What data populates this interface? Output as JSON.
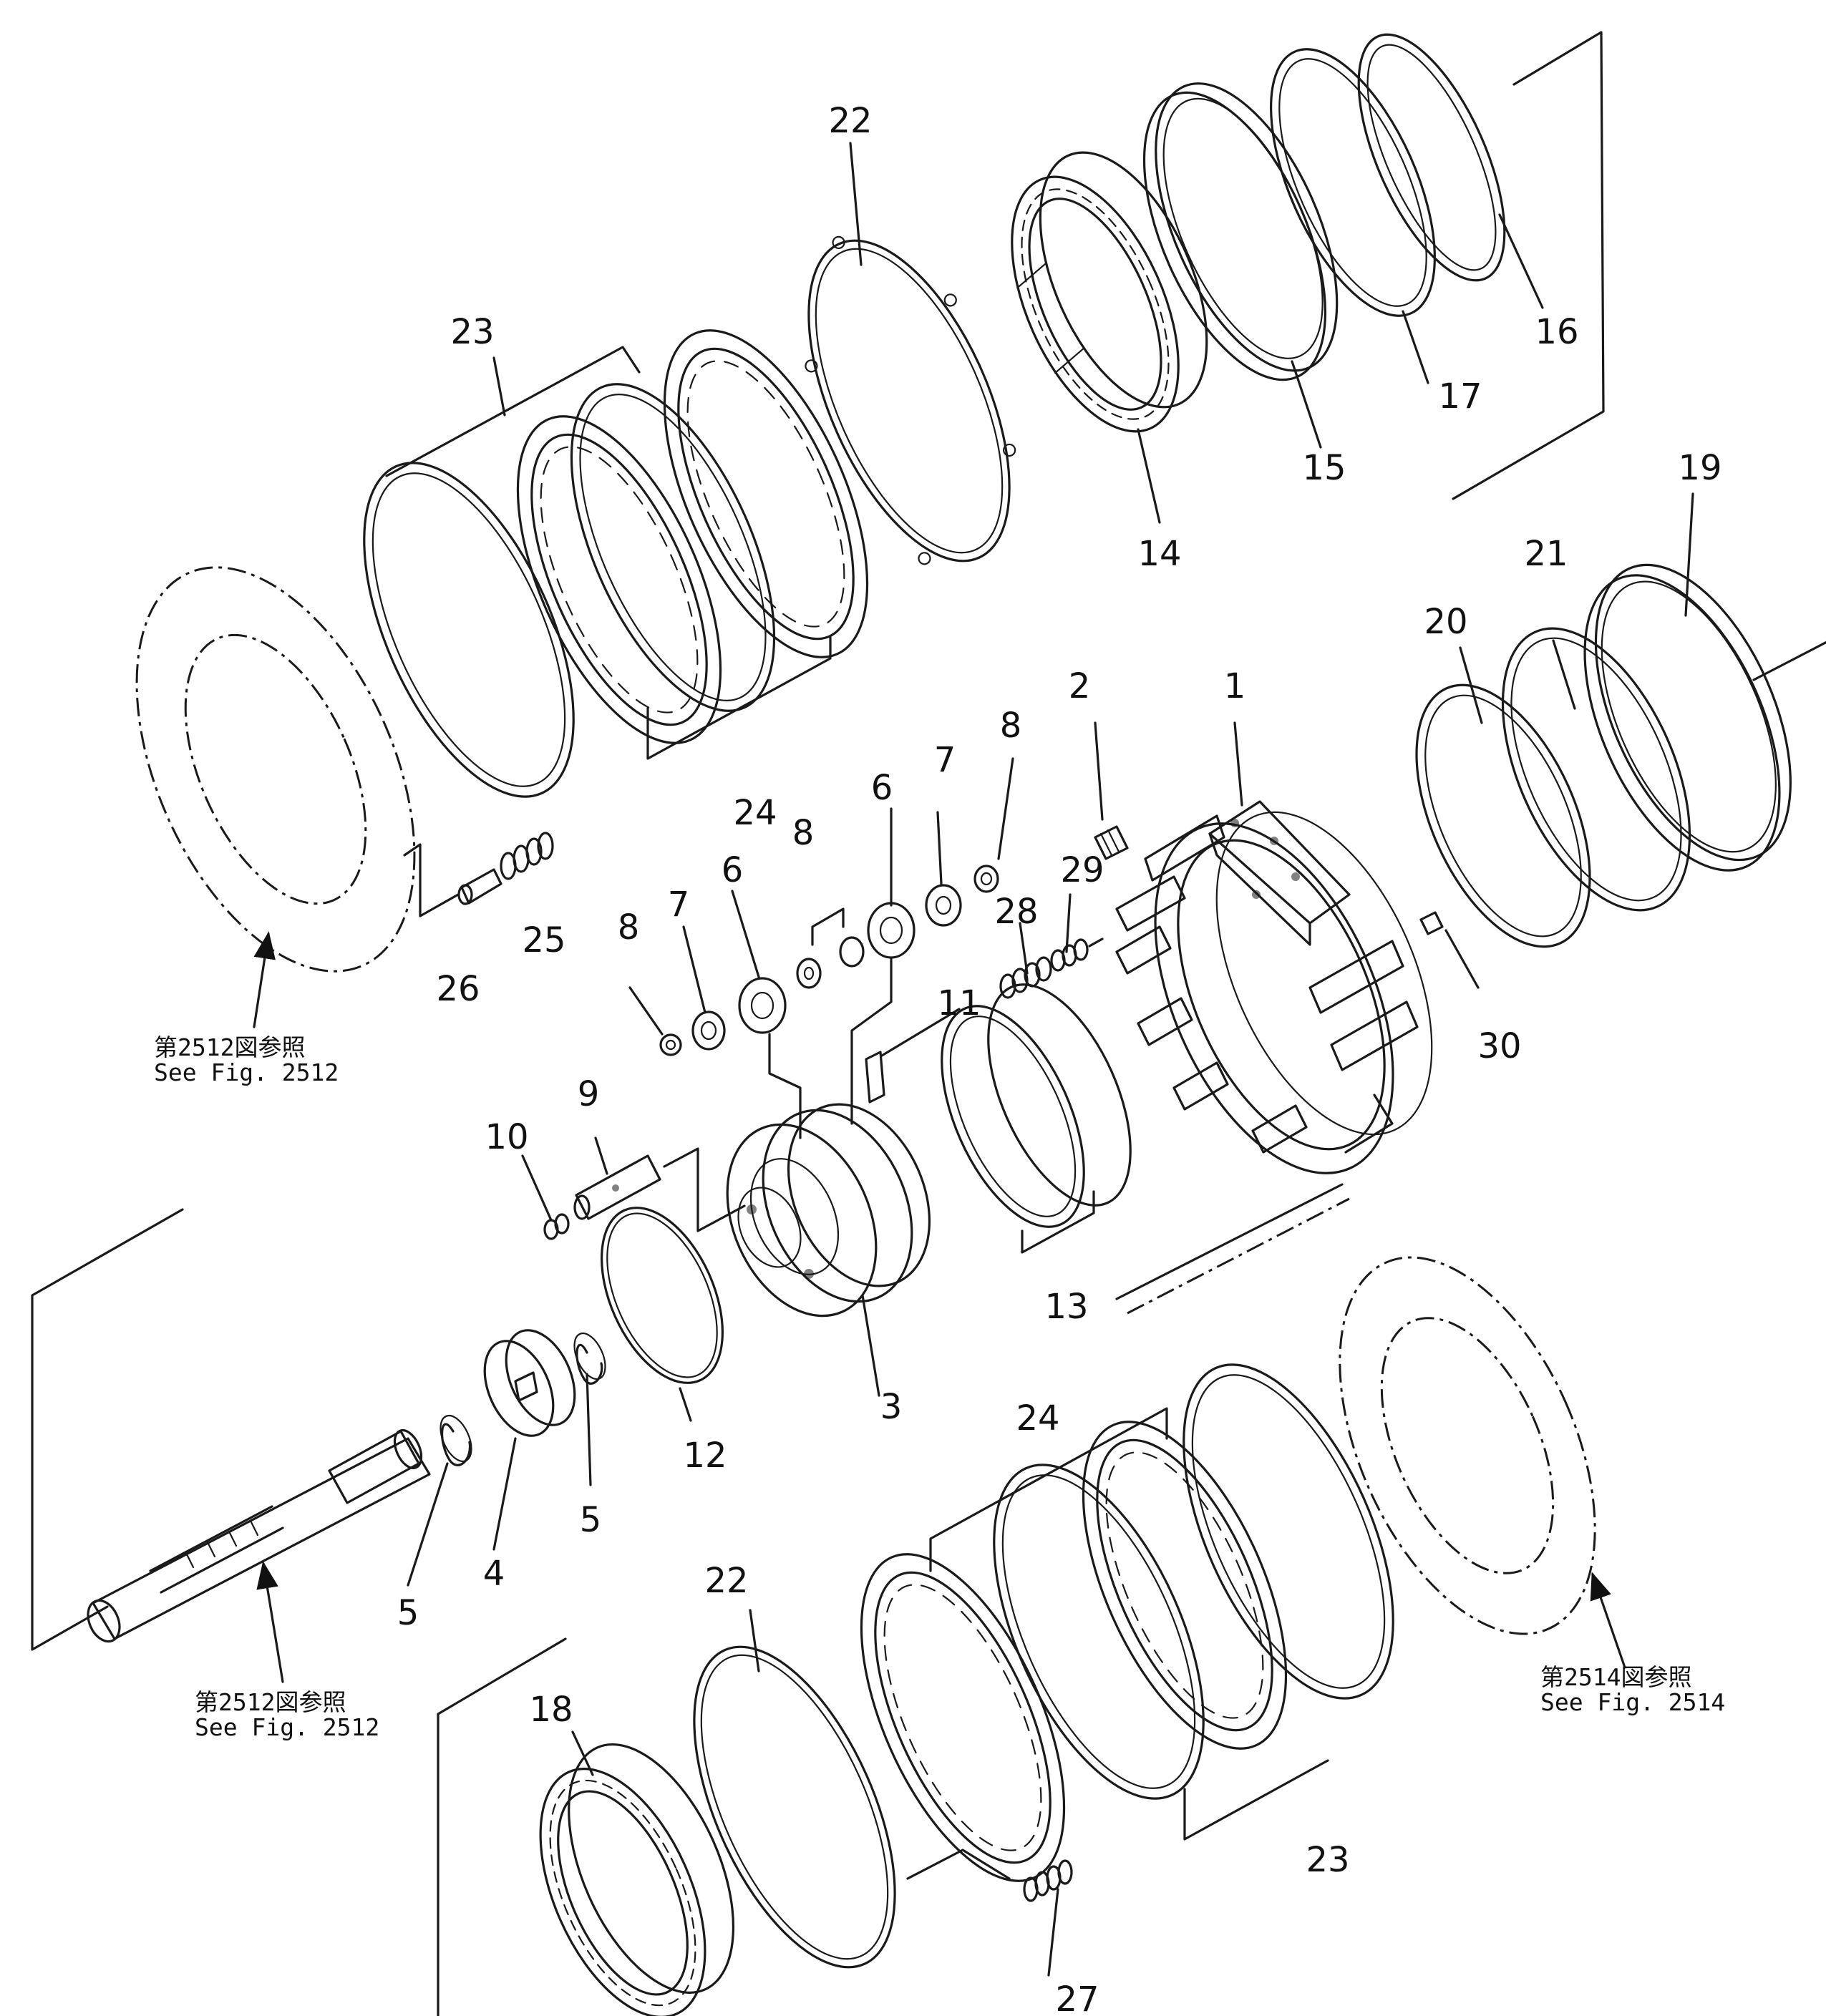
{
  "references": {
    "see_fig_2512_top_jp": "第2512図参照",
    "see_fig_2512_top_en": "See  Fig.  2512",
    "see_fig_2512_bottom_jp": "第2512図参照",
    "see_fig_2512_bottom_en": "See  Fig.  2512",
    "see_fig_2514_jp": "第2514図参照",
    "see_fig_2514_en": "See  Fig.  2514"
  },
  "callouts": {
    "c1": "1",
    "c2": "2",
    "c3": "3",
    "c4": "4",
    "c5a": "5",
    "c5b": "5",
    "c6a": "6",
    "c6b": "6",
    "c7a": "7",
    "c7b": "7",
    "c8a": "8",
    "c8b": "8",
    "c8c": "8",
    "c9": "9",
    "c10": "10",
    "c11": "11",
    "c12": "12",
    "c13": "13",
    "c14": "14",
    "c15": "15",
    "c16": "16",
    "c17": "17",
    "c18": "18",
    "c19": "19",
    "c20": "20",
    "c21": "21",
    "c22a": "22",
    "c22b": "22",
    "c23a": "23",
    "c23b": "23",
    "c24a": "24",
    "c24b": "24",
    "c25": "25",
    "c26": "26",
    "c27": "27",
    "c28": "28",
    "c29": "29",
    "c30": "30"
  }
}
